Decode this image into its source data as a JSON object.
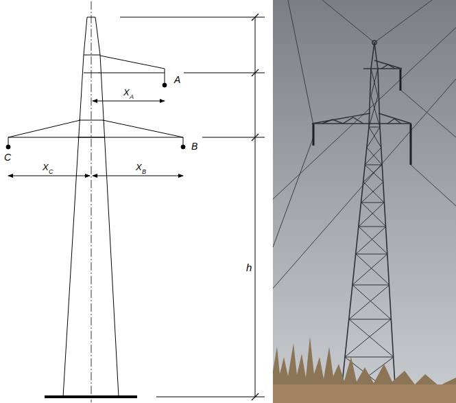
{
  "diagram": {
    "labels": [
      "A",
      "X",
      "A",
      "C",
      "B",
      "X",
      "C",
      "X",
      "B",
      "h"
    ]
  }
}
